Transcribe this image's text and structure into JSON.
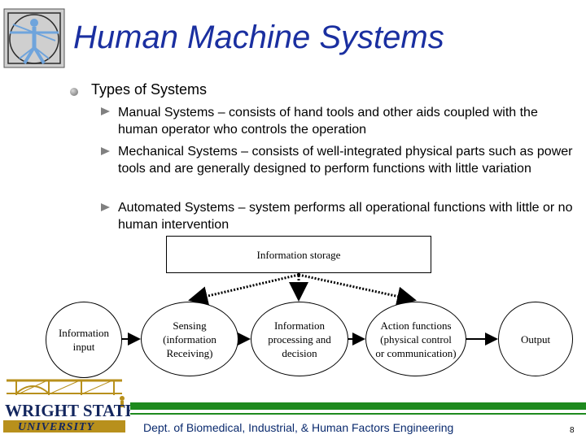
{
  "slide": {
    "title": "Human Machine Systems",
    "main_bullet": "Types of Systems",
    "sub_bullets": [
      "Manual Systems – consists of hand tools and other aids coupled with the human operator who controls the operation",
      "Mechanical Systems – consists of well-integrated physical parts such as power tools and are generally designed to perform functions with little variation",
      "Automated Systems – system performs all operational functions with little or no human intervention"
    ]
  },
  "diagram": {
    "storage": "Information storage",
    "input": [
      "Information",
      "input"
    ],
    "sensing": [
      "Sensing",
      "(information",
      "Receiving)"
    ],
    "processing": [
      "Information",
      "processing and",
      "decision"
    ],
    "action": [
      "Action functions",
      "(physical control",
      "or communication)"
    ],
    "output": "Output"
  },
  "footer": {
    "logo_line1": "WRIGHT STATE",
    "logo_line2": "UNIVERSITY",
    "department": "Dept. of Biomedical, Industrial, & Human Factors Engineering",
    "page_number": "8"
  },
  "colors": {
    "title": "#1a2fa0",
    "footer_green": "#1e8a1e",
    "footer_text": "#0a2a6e",
    "logo_gold": "#b8901c",
    "logo_navy": "#13265e"
  }
}
